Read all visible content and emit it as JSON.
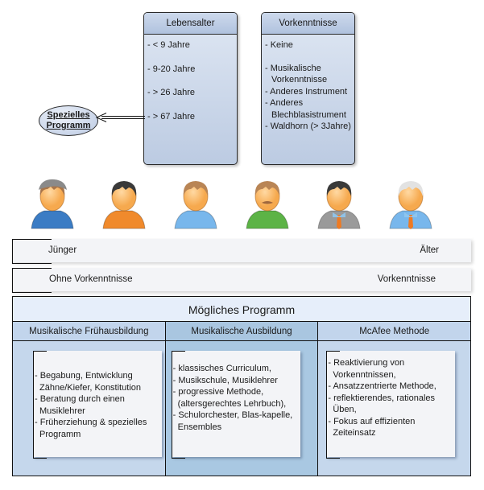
{
  "age_box": {
    "title": "Lebensalter",
    "items": [
      "- < 9 Jahre",
      "- 9-20 Jahre",
      "- > 26 Jahre",
      "- > 67 Jahre"
    ]
  },
  "prior_box": {
    "title": "Vorkenntnisse",
    "items": [
      "- Keine",
      "- Musikalische Vorkenntnisse",
      "- Anderes Instrument",
      "- Anderes Blechblasistrument",
      "- Waldhorn (> 3Jahre)"
    ]
  },
  "special": {
    "line1": "Spezielles",
    "line2": "Programm"
  },
  "people": [
    {
      "name": "boy-cap",
      "hair": "#a8754a",
      "shirt": "#3b7cc4"
    },
    {
      "name": "teen-hoodie",
      "hair": "#3a3a3a",
      "shirt": "#f08a2c"
    },
    {
      "name": "young-polo",
      "hair": "#b98555",
      "shirt": "#78b7ec"
    },
    {
      "name": "man-moustache",
      "hair": "#b98555",
      "shirt": "#5cb346"
    },
    {
      "name": "businessman",
      "hair": "#3a3a3a",
      "shirt": "#9a9a9a"
    },
    {
      "name": "senior",
      "hair": "#e2e2e2",
      "shirt": "#78b7ec"
    }
  ],
  "scale_age": {
    "left": "Jünger",
    "right": "Älter"
  },
  "scale_prior": {
    "left": "Ohne Vorkenntnisse",
    "right": "Vorkenntnisse"
  },
  "program": {
    "title": "Mögliches Programm",
    "columns": [
      {
        "header": "Musikalische Frühausbildung",
        "items": [
          "- Begabung, Entwicklung Zähne/Kiefer, Konstitution",
          "- Beratung durch einen Musiklehrer",
          "- Früherziehung & spezielles Programm"
        ]
      },
      {
        "header": "Musikalische Ausbildung",
        "items": [
          "- klassisches Curriculum,",
          "- Musikschule, Musiklehrer",
          "- progressive Methode, (altersgerechtes Lehrbuch),",
          "- Schulorchester, Blas-kapelle, Ensembles"
        ]
      },
      {
        "header": "McAfee Methode",
        "items": [
          "- Reaktivierung von Vorkenntnissen,",
          "- Ansatzzentrierte Methode,",
          "- reflektierendes, rationales Üben,",
          "- Fokus auf effizienten Zeiteinsatz"
        ]
      }
    ]
  }
}
